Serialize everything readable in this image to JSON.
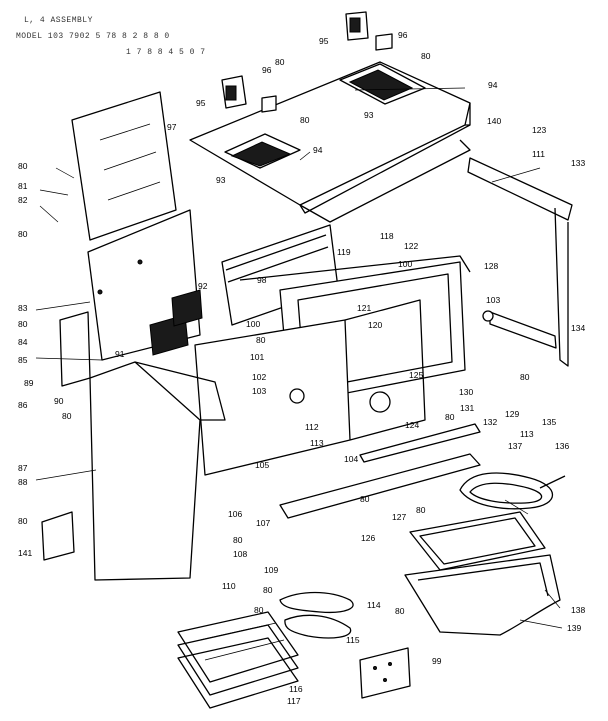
{
  "header": {
    "line1": "L, 4 ASSEMBLY",
    "line2": "MODEL 103 7902 5 78 8 2 8 8 0",
    "line3": "1 7 8 8 4 5 0 7"
  },
  "callouts": [
    {
      "id": "95a",
      "text": "95"
    },
    {
      "id": "96a",
      "text": "96"
    },
    {
      "id": "80a",
      "text": "80"
    },
    {
      "id": "80b",
      "text": "80"
    },
    {
      "id": "96b",
      "text": "96"
    },
    {
      "id": "95b",
      "text": "95"
    },
    {
      "id": "94a",
      "text": "94"
    },
    {
      "id": "93a",
      "text": "93"
    },
    {
      "id": "140",
      "text": "140"
    },
    {
      "id": "80c",
      "text": "80"
    },
    {
      "id": "97",
      "text": "97"
    },
    {
      "id": "94b",
      "text": "94"
    },
    {
      "id": "93b",
      "text": "93"
    },
    {
      "id": "123",
      "text": "123"
    },
    {
      "id": "111",
      "text": "111"
    },
    {
      "id": "133",
      "text": "133"
    },
    {
      "id": "80d",
      "text": "80"
    },
    {
      "id": "81",
      "text": "81"
    },
    {
      "id": "82",
      "text": "82"
    },
    {
      "id": "80e",
      "text": "80"
    },
    {
      "id": "118",
      "text": "118"
    },
    {
      "id": "122",
      "text": "122"
    },
    {
      "id": "119",
      "text": "119"
    },
    {
      "id": "100a",
      "text": "100"
    },
    {
      "id": "128",
      "text": "128"
    },
    {
      "id": "92",
      "text": "92"
    },
    {
      "id": "98",
      "text": "98"
    },
    {
      "id": "83",
      "text": "83"
    },
    {
      "id": "80f",
      "text": "80"
    },
    {
      "id": "84",
      "text": "84"
    },
    {
      "id": "85",
      "text": "85"
    },
    {
      "id": "91",
      "text": "91"
    },
    {
      "id": "100b",
      "text": "100"
    },
    {
      "id": "121",
      "text": "121"
    },
    {
      "id": "80g",
      "text": "80"
    },
    {
      "id": "120",
      "text": "120"
    },
    {
      "id": "103a",
      "text": "103"
    },
    {
      "id": "134",
      "text": "134"
    },
    {
      "id": "101",
      "text": "101"
    },
    {
      "id": "89",
      "text": "89"
    },
    {
      "id": "86",
      "text": "86"
    },
    {
      "id": "90",
      "text": "90"
    },
    {
      "id": "80h",
      "text": "80"
    },
    {
      "id": "102",
      "text": "102"
    },
    {
      "id": "103b",
      "text": "103"
    },
    {
      "id": "125",
      "text": "125"
    },
    {
      "id": "130",
      "text": "130"
    },
    {
      "id": "80i",
      "text": "80"
    },
    {
      "id": "80j",
      "text": "80"
    },
    {
      "id": "131",
      "text": "131"
    },
    {
      "id": "129",
      "text": "129"
    },
    {
      "id": "135",
      "text": "135"
    },
    {
      "id": "112",
      "text": "112"
    },
    {
      "id": "124",
      "text": "124"
    },
    {
      "id": "113a",
      "text": "113"
    },
    {
      "id": "113b",
      "text": "113"
    },
    {
      "id": "132",
      "text": "132"
    },
    {
      "id": "87",
      "text": "87"
    },
    {
      "id": "105",
      "text": "105"
    },
    {
      "id": "104",
      "text": "104"
    },
    {
      "id": "137",
      "text": "137"
    },
    {
      "id": "136",
      "text": "136"
    },
    {
      "id": "88",
      "text": "88"
    },
    {
      "id": "80k",
      "text": "80"
    },
    {
      "id": "106",
      "text": "106"
    },
    {
      "id": "107",
      "text": "107"
    },
    {
      "id": "80l",
      "text": "80"
    },
    {
      "id": "127",
      "text": "127"
    },
    {
      "id": "80m",
      "text": "80"
    },
    {
      "id": "141",
      "text": "141"
    },
    {
      "id": "126",
      "text": "126"
    },
    {
      "id": "108",
      "text": "108"
    },
    {
      "id": "109",
      "text": "109"
    },
    {
      "id": "80n",
      "text": "80"
    },
    {
      "id": "110",
      "text": "110"
    },
    {
      "id": "80o",
      "text": "80"
    },
    {
      "id": "114",
      "text": "114"
    },
    {
      "id": "80p",
      "text": "80"
    },
    {
      "id": "80q",
      "text": "80"
    },
    {
      "id": "138",
      "text": "138"
    },
    {
      "id": "139",
      "text": "139"
    },
    {
      "id": "115",
      "text": "115"
    },
    {
      "id": "99",
      "text": "99"
    },
    {
      "id": "116",
      "text": "116"
    },
    {
      "id": "117",
      "text": "117"
    }
  ]
}
